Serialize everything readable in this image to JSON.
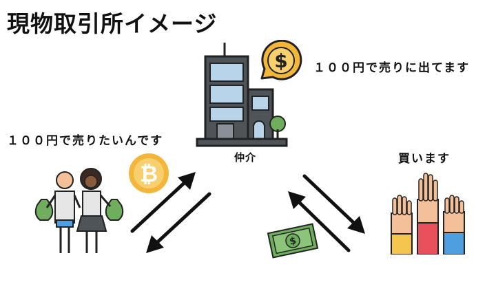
{
  "title": "現物取引所イメージ",
  "labels": {
    "broker_offer": "１００円で売りに出てます",
    "seller": "１００円で売りたいんです",
    "broker": "仲介",
    "buyer": "買います"
  },
  "icons": {
    "building": "building-icon",
    "dollar_bubble": "dollar-speech-bubble-icon",
    "bitcoin": "bitcoin-coin-icon",
    "sellers": "business-people-icon",
    "buyers": "raised-hands-icon",
    "banknote": "banknote-icon"
  },
  "colors": {
    "gold": "#f2b63a",
    "green": "#6fae5c",
    "building_gray": "#4e5458",
    "glass": "#b8d4ea",
    "red": "#e8505b",
    "yellow": "#f5c64e",
    "blue": "#4f9ee0",
    "skin": "#f3c09a"
  }
}
